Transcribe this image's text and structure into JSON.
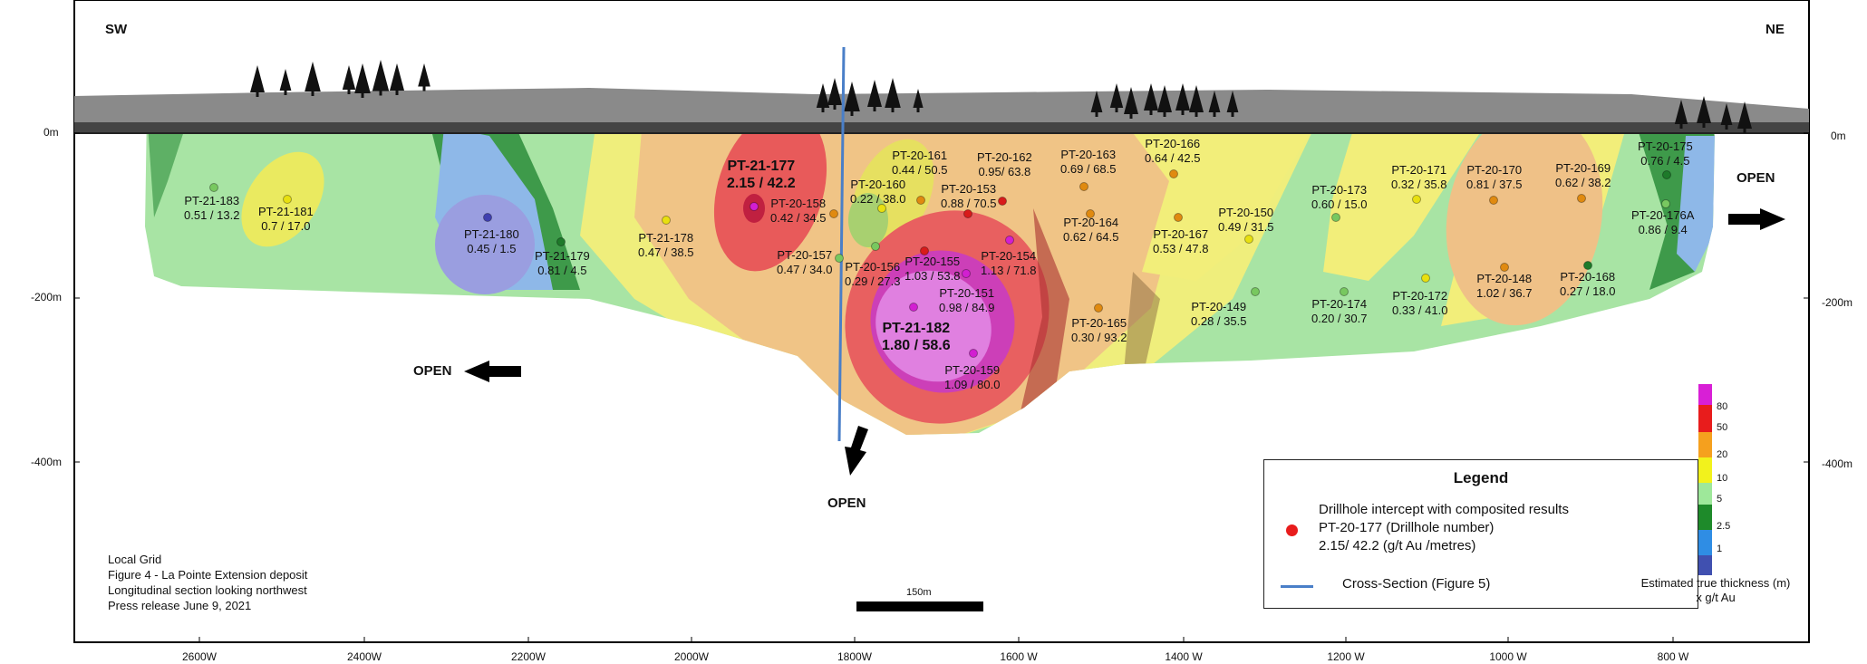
{
  "corners": {
    "sw": "SW",
    "ne": "NE"
  },
  "depth_left": [
    "0m",
    "-200m",
    "-400m"
  ],
  "depth_right": [
    "0m",
    "-200m",
    "-400m"
  ],
  "eastings": [
    "2600W",
    "2400W",
    "2200W",
    "2000W",
    "1800W",
    "1600 W",
    "1400 W",
    "1200 W",
    "1000 W",
    "800 W"
  ],
  "open_labels": {
    "left": "OPEN",
    "bottom": "OPEN",
    "right": "OPEN"
  },
  "holes_bold": [
    {
      "id": "PT-21-177",
      "result": "2.15 / 42.2"
    },
    {
      "id": "PT-21-182",
      "result": "1.80 / 58.6"
    }
  ],
  "holes": [
    {
      "id": "PT-21-183",
      "result": "0.51 / 13.2"
    },
    {
      "id": "PT-21-181",
      "result": "0.7 / 17.0"
    },
    {
      "id": "PT-21-180",
      "result": "0.45 / 1.5"
    },
    {
      "id": "PT-21-179",
      "result": "0.81 / 4.5"
    },
    {
      "id": "PT-21-178",
      "result": "0.47 / 38.5"
    },
    {
      "id": "PT-20-158",
      "result": "0.42 / 34.5"
    },
    {
      "id": "PT-20-157",
      "result": "0.47 / 34.0"
    },
    {
      "id": "PT-20-161",
      "result": "0.44  / 50.5"
    },
    {
      "id": "PT-20-160",
      "result": "0.22 / 38.0"
    },
    {
      "id": "PT-20-156",
      "result": "0.29 / 27.3"
    },
    {
      "id": "PT-20-162",
      "result": "0.95/ 63.8"
    },
    {
      "id": "PT-20-153",
      "result": "0.88 / 70.5"
    },
    {
      "id": "PT-20-155",
      "result": "1.03 / 53.8"
    },
    {
      "id": "PT-20-154",
      "result": "1.13 / 71.8"
    },
    {
      "id": "PT-20-151",
      "result": "0.98 / 84.9"
    },
    {
      "id": "PT-20-159",
      "result": "1.09 / 80.0"
    },
    {
      "id": "PT-20-163",
      "result": "0.69 / 68.5"
    },
    {
      "id": "PT-20-164",
      "result": "0.62 / 64.5"
    },
    {
      "id": "PT-20-165",
      "result": "0.30 / 93.2"
    },
    {
      "id": "PT-20-166",
      "result": "0.64 / 42.5"
    },
    {
      "id": "PT-20-167",
      "result": "0.53 / 47.8"
    },
    {
      "id": "PT-20-150",
      "result": "0.49 / 31.5"
    },
    {
      "id": "PT-20-149",
      "result": "0.28 / 35.5"
    },
    {
      "id": "PT-20-173",
      "result": "0.60 / 15.0"
    },
    {
      "id": "PT-20-174",
      "result": "0.20 / 30.7"
    },
    {
      "id": "PT-20-171",
      "result": "0.32 / 35.8"
    },
    {
      "id": "PT-20-172",
      "result": "0.33 / 41.0"
    },
    {
      "id": "PT-20-170",
      "result": "0.81 / 37.5"
    },
    {
      "id": "PT-20-148",
      "result": "1.02 / 36.7"
    },
    {
      "id": "PT-20-169",
      "result": "0.62 / 38.2"
    },
    {
      "id": "PT-20-168",
      "result": "0.27 / 18.0"
    },
    {
      "id": "PT-20-175",
      "result": "0.76 / 4.5"
    },
    {
      "id": "PT-20-176A",
      "result": "0.86 / 9.4"
    }
  ],
  "legend": {
    "title": "Legend",
    "intercept_line1": "Drillhole intercept with composited results",
    "intercept_line2": "PT-20-177 (Drillhole number)",
    "intercept_line3": "2.15/ 42.2 (g/t Au /metres)",
    "cross_section": "Cross-Section (Figure 5)",
    "marker_color": "#e81c1c",
    "line_color": "#4a7fc8"
  },
  "notes": [
    "Local Grid",
    "Figure 4 - La Pointe Extension deposit",
    "Longitudinal section looking northwest",
    "Press release  June 9, 2021"
  ],
  "scale_label": "150m",
  "color_ramp": {
    "ticks": [
      "80",
      "50",
      "20",
      "10",
      "5",
      "2.5",
      "1"
    ],
    "caption_line1": "Estimated true thickness (m)",
    "caption_line2": "x g/t Au",
    "colors": [
      "#d81fd6",
      "#e81c1c",
      "#f5a01e",
      "#f2f21c",
      "#9ee89a",
      "#1e8a2a",
      "#2f8de4",
      "#4050b0"
    ]
  }
}
